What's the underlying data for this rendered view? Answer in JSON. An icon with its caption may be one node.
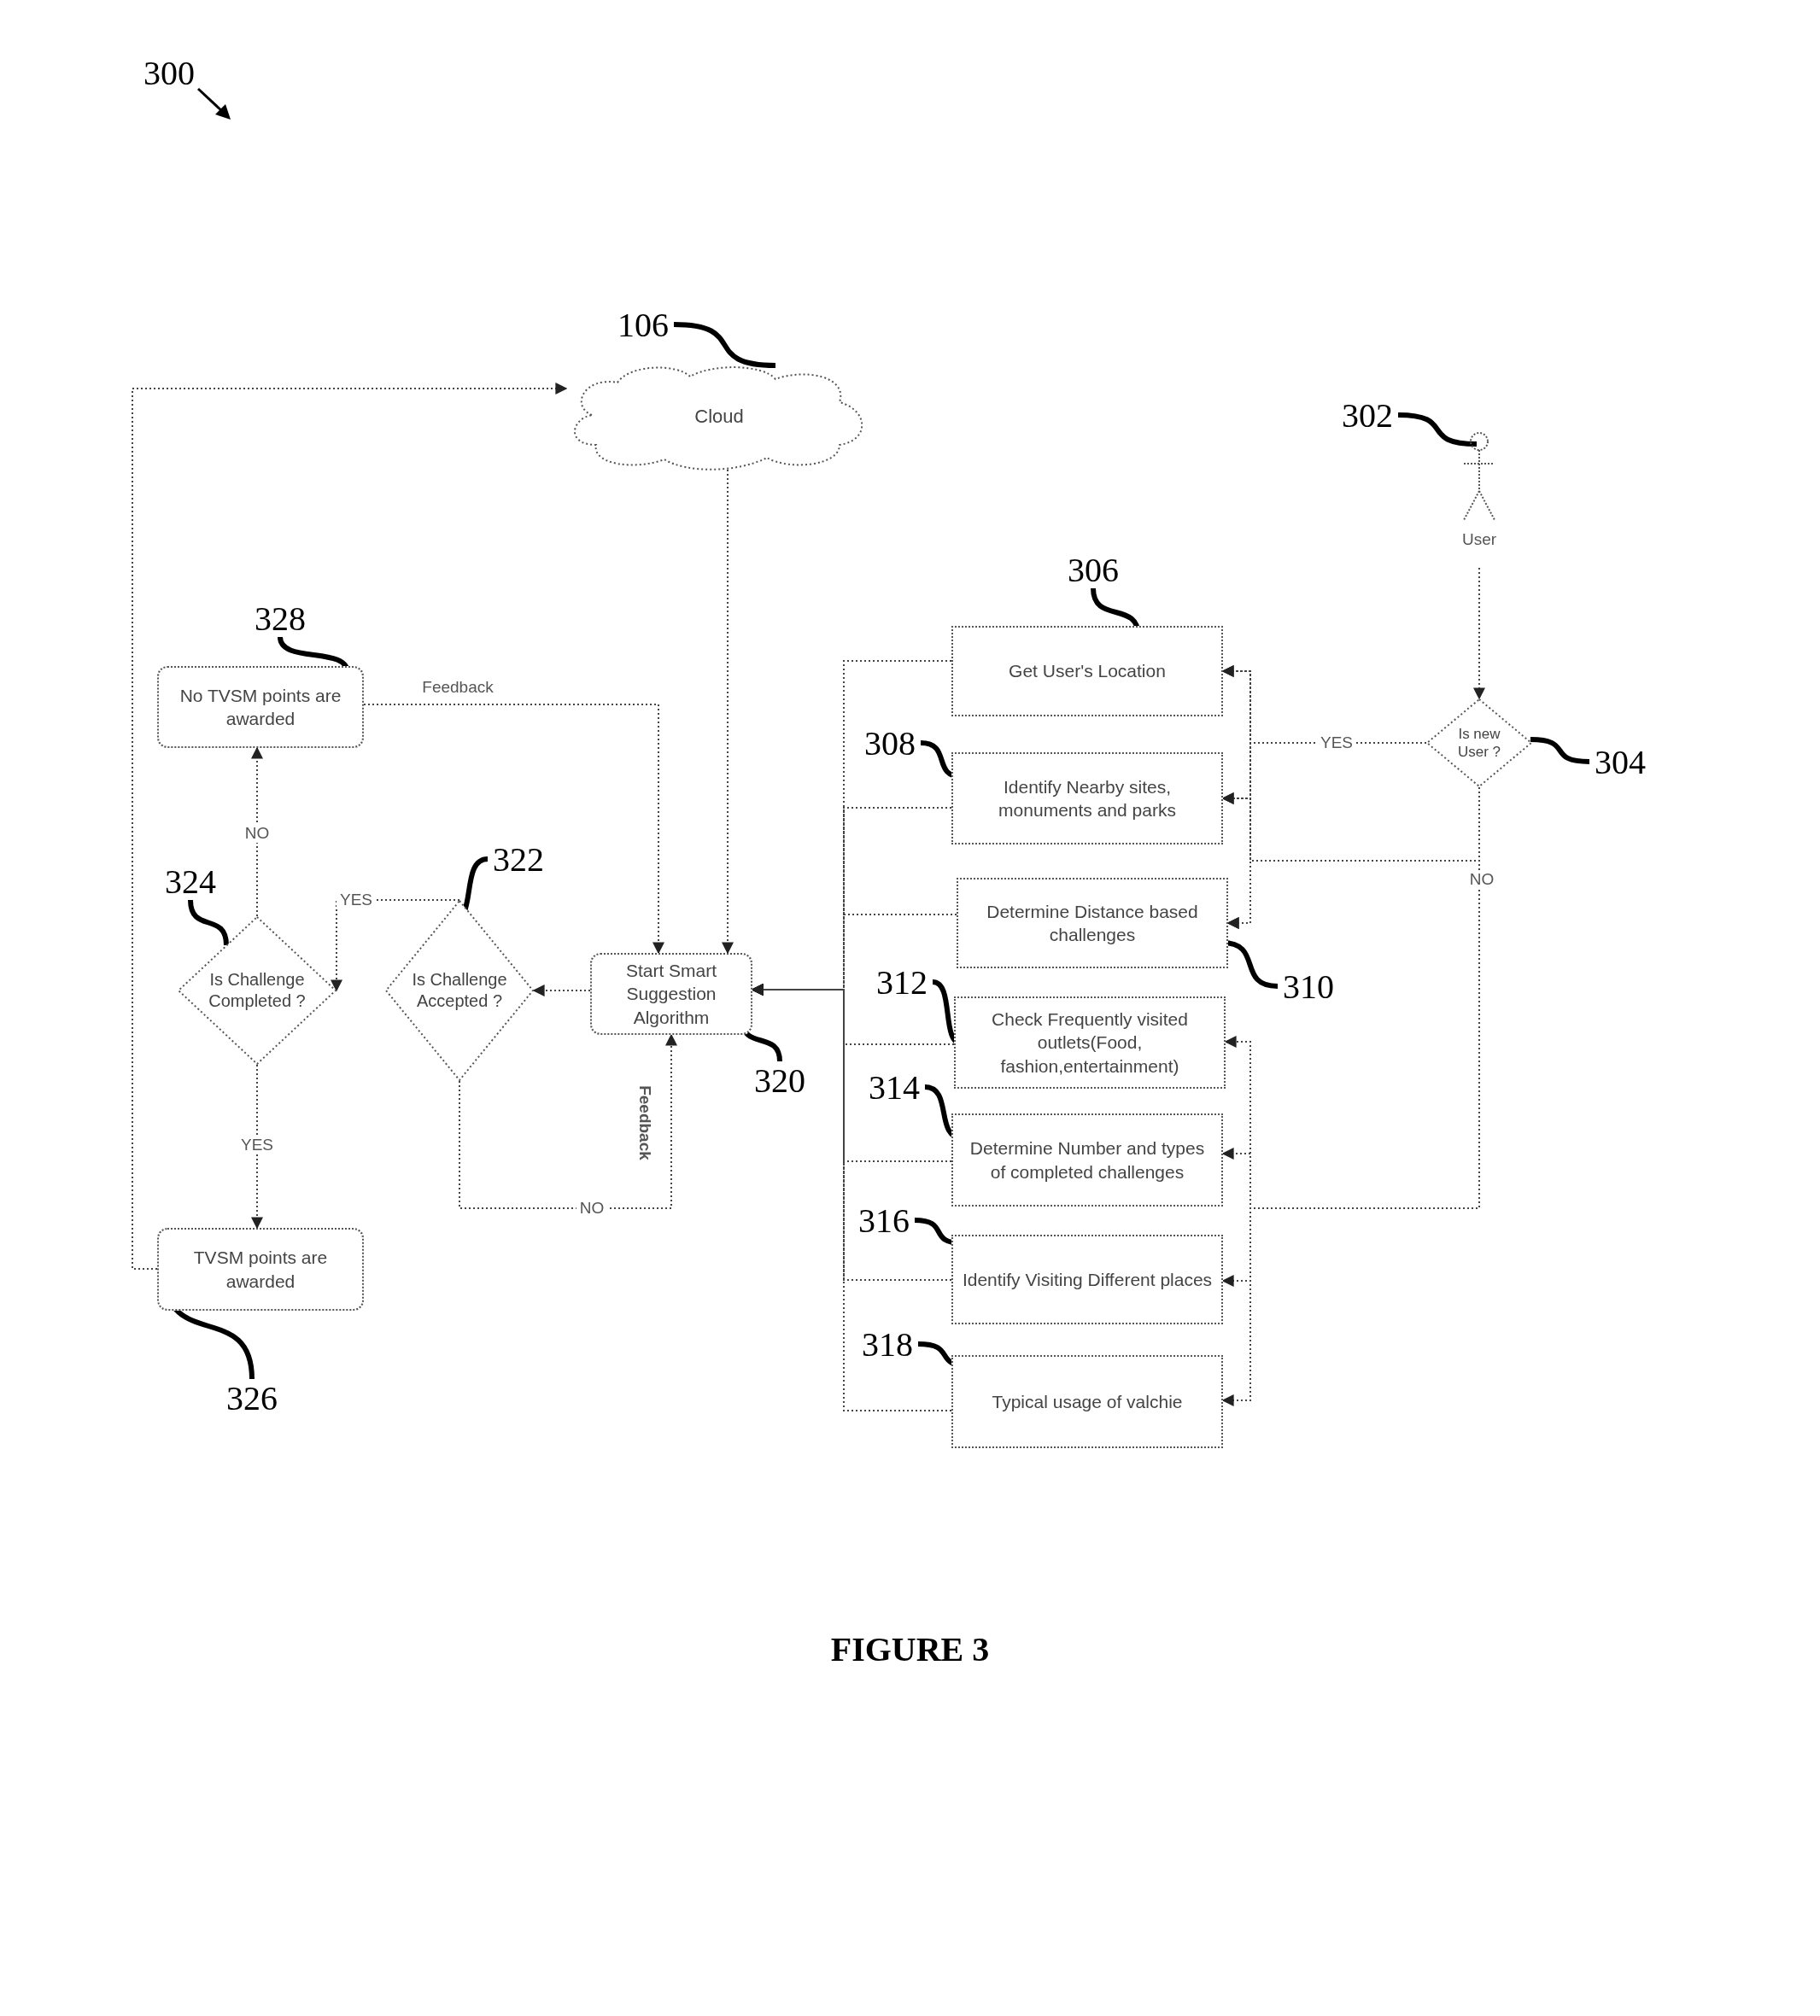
{
  "diagram": {
    "caption": "FIGURE 3",
    "nodes": [
      {
        "text": [
          "Cloud"
        ]
      },
      {
        "text": [
          "User"
        ]
      },
      {
        "text": [
          "Is new User ?"
        ]
      },
      {
        "text": [
          "Get User's Location"
        ]
      },
      {
        "text": [
          "Identify Nearby sites, monuments and parks"
        ]
      },
      {
        "text": [
          "Determine Distance based challenges"
        ]
      },
      {
        "text": [
          "Check Frequently visited outlets(Food, fashion,entertainment)"
        ]
      },
      {
        "text": [
          "Determine Number and types of completed challenges"
        ]
      },
      {
        "text": [
          "Identify Visiting Different places"
        ]
      },
      {
        "text": [
          "Typical usage of valchie"
        ]
      },
      {
        "text": [
          "Start Smart Suggestion Algorithm"
        ]
      },
      {
        "text": [
          "Is Challenge Accepted ?"
        ]
      },
      {
        "text": [
          "Is Challenge Completed ?"
        ]
      },
      {
        "text": [
          "No TVSM points are awarded"
        ]
      },
      {
        "text": [
          "TVSM points are awarded"
        ]
      },
      {
        "text": [
          "106"
        ]
      },
      {
        "text": [
          "302"
        ]
      },
      {
        "text": [
          "304"
        ]
      },
      {
        "text": [
          "306"
        ]
      },
      {
        "text": [
          "308"
        ]
      },
      {
        "text": [
          "310"
        ]
      },
      {
        "text": [
          "312"
        ]
      },
      {
        "text": [
          "314"
        ]
      },
      {
        "text": [
          "316"
        ]
      },
      {
        "text": [
          "318"
        ]
      },
      {
        "text": [
          "320"
        ]
      },
      {
        "text": [
          "322"
        ]
      },
      {
        "text": [
          "324"
        ]
      },
      {
        "text": [
          "326"
        ]
      },
      {
        "text": [
          "328"
        ]
      }
    ],
    "edges": [
      {
        "from": 1,
        "to": 2,
        "arrow": "to",
        "style": "dashed"
      },
      {
        "from": 2,
        "to": 3,
        "arrow": "to",
        "label": "YES",
        "style": "dashed"
      },
      {
        "from": 2,
        "to": 4,
        "arrow": "to",
        "style": "dashed"
      },
      {
        "from": 2,
        "to": 5,
        "arrow": "to",
        "style": "dashed"
      },
      {
        "from": 2,
        "to": 3,
        "arrow": "to",
        "label": "NO",
        "style": "dashed"
      },
      {
        "from": 2,
        "to": 4,
        "arrow": "to",
        "style": "dashed"
      },
      {
        "from": 2,
        "to": 5,
        "arrow": "to",
        "style": "dashed"
      },
      {
        "from": 2,
        "to": 6,
        "arrow": "to",
        "style": "dashed"
      },
      {
        "from": 2,
        "to": 7,
        "arrow": "to",
        "style": "dashed"
      },
      {
        "from": 2,
        "to": 8,
        "arrow": "to",
        "style": "dashed"
      },
      {
        "from": 2,
        "to": 9,
        "arrow": "to",
        "style": "dashed"
      },
      {
        "from": 3,
        "to": 10,
        "arrow": "to",
        "style": "dashed"
      },
      {
        "from": 4,
        "to": 10,
        "arrow": "to",
        "style": "dashed"
      },
      {
        "from": 5,
        "to": 10,
        "arrow": "to",
        "style": "dashed"
      },
      {
        "from": 6,
        "to": 10,
        "arrow": "to",
        "style": "dashed"
      },
      {
        "from": 7,
        "to": 10,
        "arrow": "to",
        "style": "dashed"
      },
      {
        "from": 8,
        "to": 10,
        "arrow": "to",
        "style": "dashed"
      },
      {
        "from": 9,
        "to": 10,
        "arrow": "to",
        "style": "dashed"
      },
      {
        "from": 0,
        "to": 10,
        "arrow": "to",
        "style": "dashed"
      },
      {
        "from": 10,
        "to": 11,
        "arrow": "to",
        "style": "dashed"
      },
      {
        "from": 11,
        "to": 12,
        "arrow": "to",
        "label": "YES",
        "style": "dashed"
      },
      {
        "from": 11,
        "to": 10,
        "arrow": "to",
        "label": "NO",
        "style": "dashed"
      },
      {
        "from": 12,
        "to": 13,
        "arrow": "to",
        "label": "NO",
        "style": "dashed"
      },
      {
        "from": 12,
        "to": 14,
        "arrow": "to",
        "label": "YES",
        "style": "dashed"
      },
      {
        "from": 13,
        "to": 10,
        "arrow": "to",
        "label": "Feedback",
        "style": "dashed"
      },
      {
        "from": 14,
        "to": 0,
        "arrow": "to",
        "style": "dashed"
      },
      {
        "from": 15,
        "to": 0,
        "arrow": "none",
        "style": "thick"
      },
      {
        "from": 16,
        "to": 1,
        "arrow": "none",
        "style": "thick"
      },
      {
        "from": 17,
        "to": 2,
        "arrow": "none",
        "style": "thick"
      },
      {
        "from": 18,
        "to": 3,
        "arrow": "none",
        "style": "thick"
      },
      {
        "from": 19,
        "to": 4,
        "arrow": "none",
        "style": "thick"
      },
      {
        "from": 20,
        "to": 5,
        "arrow": "none",
        "style": "thick"
      },
      {
        "from": 21,
        "to": 6,
        "arrow": "none",
        "style": "thick"
      },
      {
        "from": 22,
        "to": 7,
        "arrow": "none",
        "style": "thick"
      },
      {
        "from": 23,
        "to": 8,
        "arrow": "none",
        "style": "thick"
      },
      {
        "from": 24,
        "to": 9,
        "arrow": "none",
        "style": "thick"
      },
      {
        "from": 25,
        "to": 10,
        "arrow": "none",
        "style": "thick"
      },
      {
        "from": 26,
        "to": 11,
        "arrow": "none",
        "style": "thick"
      },
      {
        "from": 27,
        "to": 12,
        "arrow": "none",
        "style": "thick"
      },
      {
        "from": 28,
        "to": 14,
        "arrow": "none",
        "style": "thick"
      },
      {
        "from": 29,
        "to": 13,
        "arrow": "none",
        "style": "thick"
      }
    ],
    "labels": [
      "300",
      "Feedback"
    ]
  }
}
